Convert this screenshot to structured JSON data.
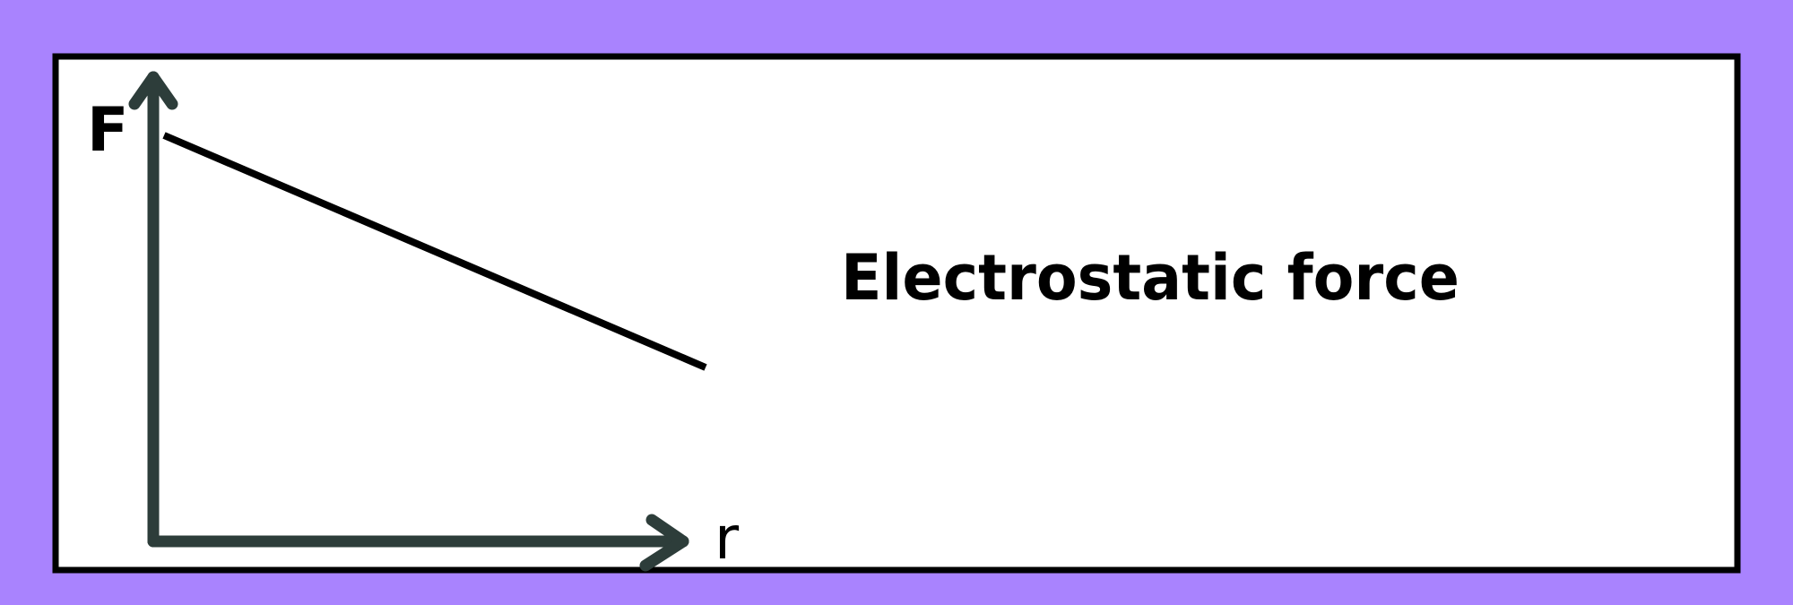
{
  "colors": {
    "page_background": "#a983fe",
    "panel_background": "#ffffff",
    "panel_border": "#000000",
    "axis_color": "#2d3d3a",
    "line_color": "#000000",
    "text_color": "#000000"
  },
  "labels": {
    "y_axis": "F",
    "x_axis": "r",
    "title": "Electrostatic force"
  }
}
